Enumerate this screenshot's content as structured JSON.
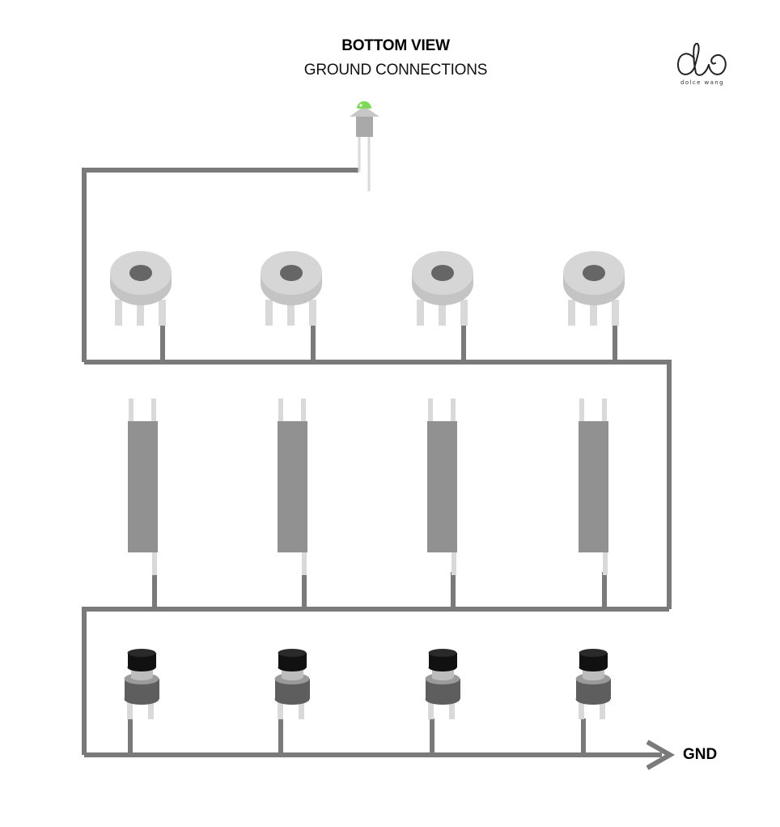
{
  "header": {
    "title": "BOTTOM VIEW",
    "subtitle": "GROUND CONNECTIONS"
  },
  "logo": {
    "text": "dolce wang",
    "icon": "signature-logo-icon"
  },
  "labels": {
    "ground": "GND"
  },
  "components": {
    "led": {
      "count": 1,
      "icon": "led-icon",
      "color": "#7ed957"
    },
    "potentiometers": {
      "count": 4,
      "icon": "potentiometer-icon"
    },
    "sliders": {
      "count": 4,
      "icon": "slide-potentiometer-icon"
    },
    "buttons": {
      "count": 4,
      "icon": "push-button-icon"
    }
  },
  "colors": {
    "wire": "#7a7a7a",
    "pin": "#d9d9d9",
    "component_body": "#919191",
    "button_cap": "#111111",
    "pot_body": "#d6d6d6"
  }
}
